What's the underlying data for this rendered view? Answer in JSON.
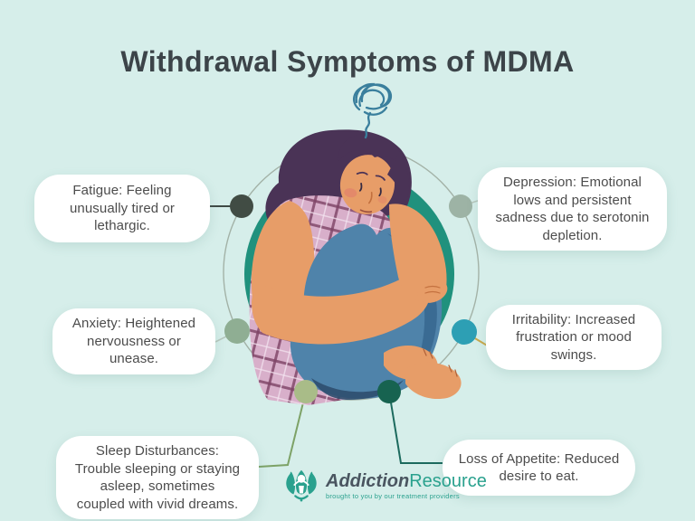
{
  "title": "Withdrawal Symptoms of MDMA",
  "symptoms": [
    {
      "name": "fatigue",
      "lines": [
        "Fatigue: Feeling",
        "unusually tired or",
        "lethargic."
      ]
    },
    {
      "name": "depression",
      "lines": [
        "Depression: Emotional",
        "lows and persistent",
        "sadness due to serotonin",
        "depletion."
      ]
    },
    {
      "name": "anxiety",
      "lines": [
        "Anxiety: Heightened",
        "nervousness or",
        "unease."
      ]
    },
    {
      "name": "irritability",
      "lines": [
        "Irritability: Increased",
        "frustration or mood",
        "swings."
      ]
    },
    {
      "name": "sleep-disturbances",
      "lines": [
        "Sleep Disturbances:",
        "Trouble sleeping or staying",
        "asleep, sometimes",
        "coupled with vivid dreams."
      ]
    },
    {
      "name": "loss-of-appetite",
      "lines": [
        "Loss of Appetite: Reduced",
        "desire to eat."
      ]
    }
  ],
  "dots": [
    {
      "symptom": "fatigue",
      "color": "#414c44"
    },
    {
      "symptom": "depression",
      "color": "#9db3a5"
    },
    {
      "symptom": "anxiety",
      "color": "#8fae93"
    },
    {
      "symptom": "irritability",
      "color": "#2d9fb4"
    },
    {
      "symptom": "sleep-disturbances",
      "color": "#a9bc88"
    },
    {
      "symptom": "loss-of-appetite",
      "color": "#176350"
    }
  ],
  "connectors": [
    {
      "symptom": "fatigue",
      "color": "#3f4a45"
    },
    {
      "symptom": "depression",
      "color": "#b7c7bd"
    },
    {
      "symptom": "anxiety",
      "color": "#b7c7bd"
    },
    {
      "symptom": "irritability",
      "color": "#c9a84c"
    },
    {
      "symptom": "sleep-disturbances",
      "color": "#7da267"
    },
    {
      "symptom": "loss-of-appetite",
      "color": "#1c6a5e"
    }
  ],
  "colors": {
    "background": "#d6eeea",
    "title_text": "#3c4449",
    "body_text": "#4c4c4c",
    "card_bg": "#ffffff",
    "circle_fill": "#20917d",
    "ring_stroke": "#a3b2a7",
    "brand_teal": "#2aa18e"
  },
  "footer": {
    "brand_bold": "Addiction",
    "brand_accent": "Resource",
    "tagline": "brought to you by our treatment providers"
  },
  "illustration": {
    "subject": "person sitting hugging knees, sad expression",
    "thought_icon": "tangled-scribble"
  }
}
